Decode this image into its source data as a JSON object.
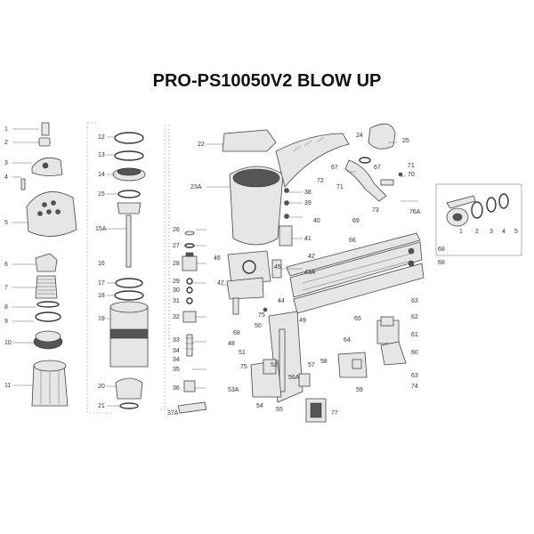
{
  "title": "PRO-PS10050V2 BLOW UP",
  "labels": [
    "1",
    "2",
    "3",
    "4",
    "5",
    "6",
    "7",
    "8",
    "9",
    "10",
    "11",
    "12",
    "13",
    "14",
    "15",
    "15A",
    "16",
    "17",
    "18",
    "19",
    "20",
    "21",
    "22",
    "23A",
    "24",
    "25",
    "26",
    "27",
    "28",
    "29",
    "30",
    "31",
    "32",
    "33",
    "34",
    "34",
    "35",
    "36",
    "37A",
    "38",
    "39",
    "40",
    "41",
    "42",
    "43A",
    "44",
    "45",
    "46",
    "47",
    "48",
    "49",
    "50",
    "51",
    "52",
    "53A",
    "54",
    "55",
    "56A",
    "57",
    "58",
    "59",
    "60",
    "61",
    "62",
    "63",
    "63",
    "64",
    "65",
    "66",
    "67",
    "67",
    "68",
    "68",
    "68",
    "69",
    "70",
    "71",
    "71",
    "72",
    "73",
    "74",
    "75",
    "75",
    "76A",
    "77",
    "1",
    "2",
    "3",
    "4",
    "5"
  ]
}
